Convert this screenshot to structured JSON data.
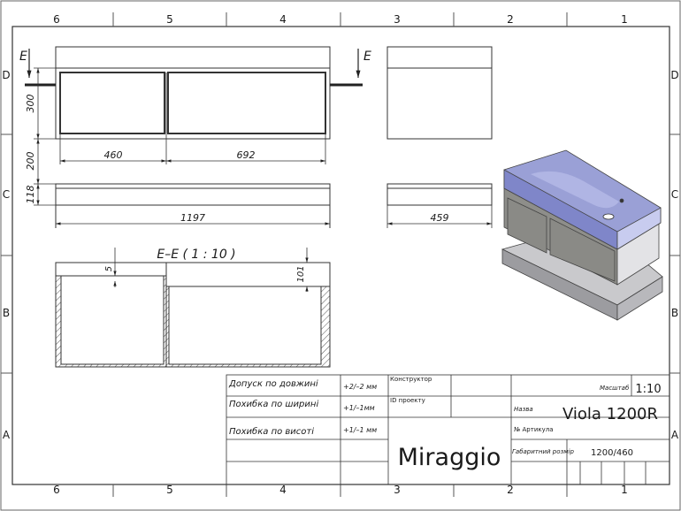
{
  "zones": {
    "columns": [
      "6",
      "5",
      "4",
      "3",
      "2",
      "1"
    ],
    "rows": [
      "D",
      "C",
      "B",
      "A"
    ]
  },
  "views": {
    "section_marker": "E",
    "section_title": "E–E ( 1 : 10 )"
  },
  "dimensions": {
    "height_upper": "300",
    "height_gap": "200",
    "height_shelf": "118",
    "width_left_drawer": "460",
    "width_right_drawer": "692",
    "overall_width": "1197",
    "depth": "459",
    "section_wall": "5",
    "section_top": "101"
  },
  "title_block": {
    "tolerance_rows": [
      {
        "label": "Допуск по довжині",
        "value": "+2/–2 мм"
      },
      {
        "label": "Похибка по ширині",
        "value": "+1/–1мм"
      },
      {
        "label": "Похибка по висоті",
        "value": "+1/–1 мм"
      }
    ],
    "constructor_label": "Конструктор",
    "project_id_label": "ID проекту",
    "scale_label": "Масштаб",
    "scale_value": "1:10",
    "name_label": "Назва",
    "product_name": "Viola 1200R",
    "article_label": "№  Артикула",
    "overall_size_label": "Габаритний розмір",
    "overall_size_value": "1200/460",
    "brand": "Miraggio"
  }
}
